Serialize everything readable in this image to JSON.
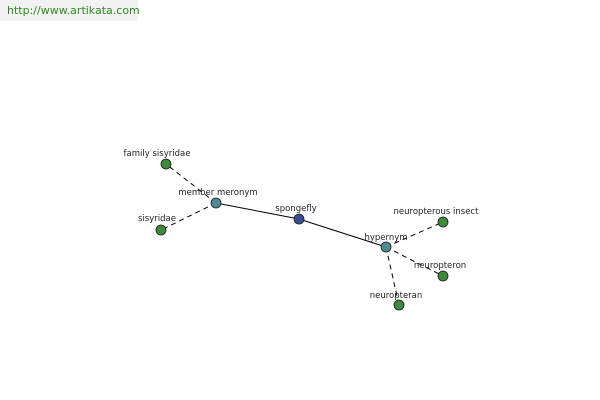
{
  "watermark": {
    "text": "http://www.artikata.com"
  },
  "colors": {
    "center": "#3c4f96",
    "relation": "#4d8a94",
    "leaf": "#3e8a3b",
    "edge": "#000000",
    "node_stroke": "#1c1c1c",
    "watermark_text": "#2e8b1e",
    "watermark_bg": "#f2f2f2"
  },
  "graph": {
    "nodes": [
      {
        "id": "spongefly",
        "label": "spongefly",
        "type": "center"
      },
      {
        "id": "member-meronym",
        "label": "member meronym",
        "type": "relation"
      },
      {
        "id": "hypernym",
        "label": "hypernym",
        "type": "relation"
      },
      {
        "id": "family-sisyridae",
        "label": "family sisyridae",
        "type": "leaf"
      },
      {
        "id": "sisyridae",
        "label": "sisyridae",
        "type": "leaf"
      },
      {
        "id": "neuropterous-insect",
        "label": "neuropterous insect",
        "type": "leaf"
      },
      {
        "id": "neuropteron",
        "label": "neuropteron",
        "type": "leaf"
      },
      {
        "id": "neuropteran",
        "label": "neuropteran",
        "type": "leaf"
      }
    ],
    "edges": [
      {
        "from": "spongefly",
        "to": "member-meronym",
        "style": "solid"
      },
      {
        "from": "spongefly",
        "to": "hypernym",
        "style": "solid"
      },
      {
        "from": "member-meronym",
        "to": "family-sisyridae",
        "style": "dashed"
      },
      {
        "from": "member-meronym",
        "to": "sisyridae",
        "style": "dashed"
      },
      {
        "from": "hypernym",
        "to": "neuropterous-insect",
        "style": "dashed"
      },
      {
        "from": "hypernym",
        "to": "neuropteron",
        "style": "dashed"
      },
      {
        "from": "hypernym",
        "to": "neuropteran",
        "style": "dashed"
      }
    ]
  }
}
